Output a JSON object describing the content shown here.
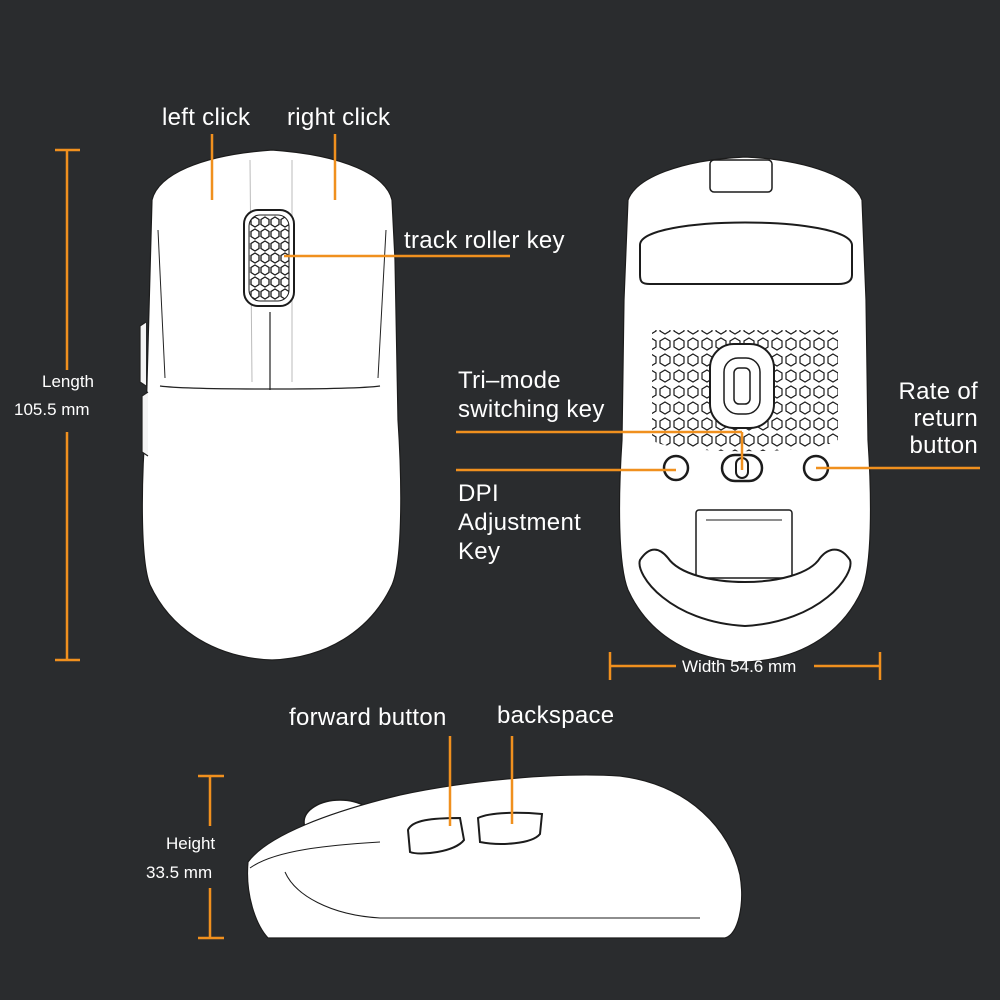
{
  "colors": {
    "background": "#2a2c2e",
    "accent": "#f0901e",
    "mouse_body": "#ffffff",
    "outline": "#1c1c1c"
  },
  "labels": {
    "left_click": "left click",
    "right_click": "right click",
    "track_roller_key": "track roller key",
    "tri_mode_line1": "Tri–mode",
    "tri_mode_line2": "switching key",
    "dpi_line1": "DPI",
    "dpi_line2": "Adjustment",
    "dpi_line3": "Key",
    "rate_line1": "Rate of",
    "rate_line2": "return",
    "rate_line3": "button",
    "forward_button": "forward button",
    "backspace": "backspace"
  },
  "dimensions": {
    "length_label": "Length",
    "length_value": "105.5 mm",
    "width_text": "Width 54.6 mm",
    "height_label": "Height",
    "height_value": "33.5 mm"
  }
}
